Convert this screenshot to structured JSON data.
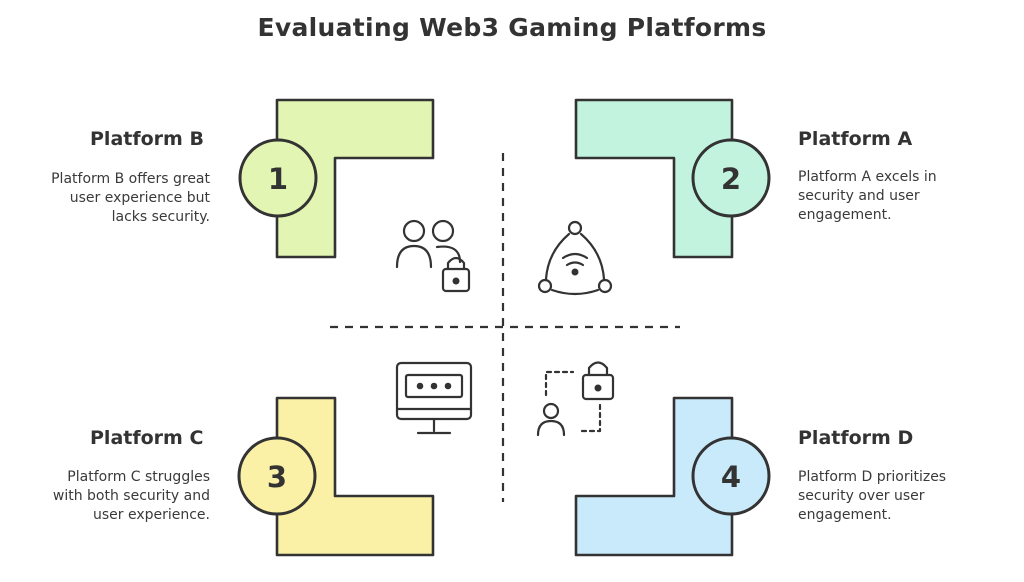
{
  "title": "Evaluating Web3 Gaming Platforms",
  "quadrants": {
    "b": {
      "number": "1",
      "title": "Platform B",
      "desc_lines": [
        "Platform B offers great",
        "user experience but",
        "lacks security."
      ],
      "color": "#e2f5b3"
    },
    "a": {
      "number": "2",
      "title": "Platform A",
      "desc_lines": [
        "Platform A excels in",
        "security and user",
        "engagement."
      ],
      "color": "#c2f3de"
    },
    "c": {
      "number": "3",
      "title": "Platform C",
      "desc_lines": [
        "Platform C struggles",
        "with both security and",
        "user experience."
      ],
      "color": "#fbf1a6"
    },
    "d": {
      "number": "4",
      "title": "Platform D",
      "desc_lines": [
        "Platform D prioritizes",
        "security over user",
        "engagement."
      ],
      "color": "#c9eafa"
    }
  },
  "icons": {
    "b": "users-with-lock-icon",
    "a": "network-wifi-icon",
    "c": "monitor-password-icon",
    "d": "user-lock-flow-icon"
  }
}
